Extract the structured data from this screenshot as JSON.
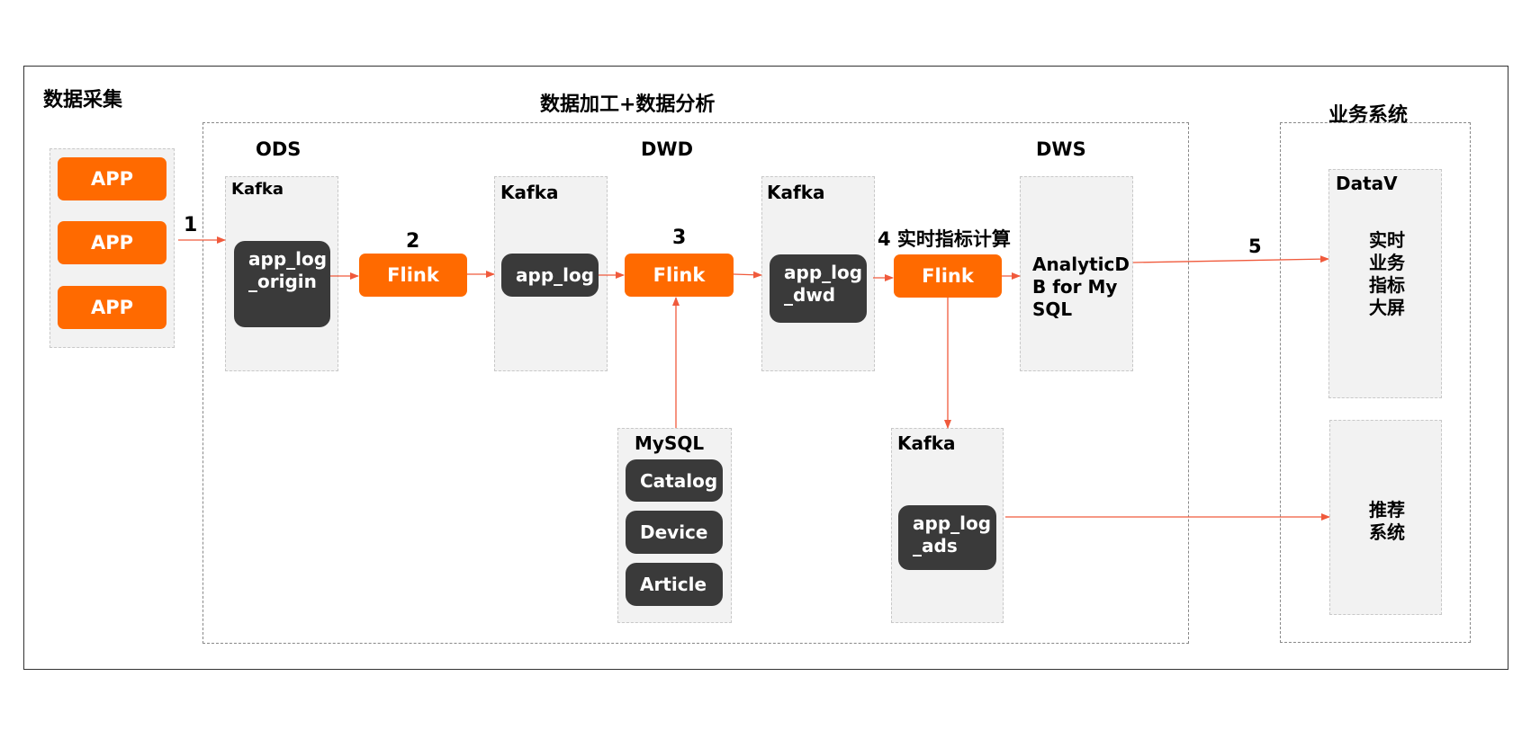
{
  "sections": {
    "collection": "数据采集",
    "processing": "数据加工+数据分析",
    "business": "业务系统"
  },
  "layers": {
    "ods": "ODS",
    "dwd": "DWD",
    "dws": "DWS"
  },
  "apps": [
    "APP",
    "APP",
    "APP"
  ],
  "panels": {
    "kafka1": "Kafka",
    "kafka2": "Kafka",
    "kafka3": "Kafka",
    "kafka4": "Kafka",
    "mysql": "MySQL",
    "datav": "DataV"
  },
  "nodes": {
    "app_log_origin": "app_log_origin",
    "flink1": "Flink",
    "app_log": "app_log",
    "flink2": "Flink",
    "app_log_dwd": "app_log_dwd",
    "flink3": "Flink",
    "analyticdb": "AnalyticDB for MySQL",
    "app_log_ads": "app_log_ads",
    "catalog": "Catalog",
    "device": "Device",
    "article": "Article",
    "dashboard": "实时业务指标大屏",
    "recommend": "推荐系统"
  },
  "steps": {
    "s1": "1",
    "s2": "2",
    "s3": "3",
    "s4": "4 实时指标计算",
    "s5": "5"
  },
  "colors": {
    "accent": "#ff6a00",
    "dark_node": "#3a3a3a",
    "panel": "#f2f2f2",
    "arrow": "#f05a3c"
  }
}
